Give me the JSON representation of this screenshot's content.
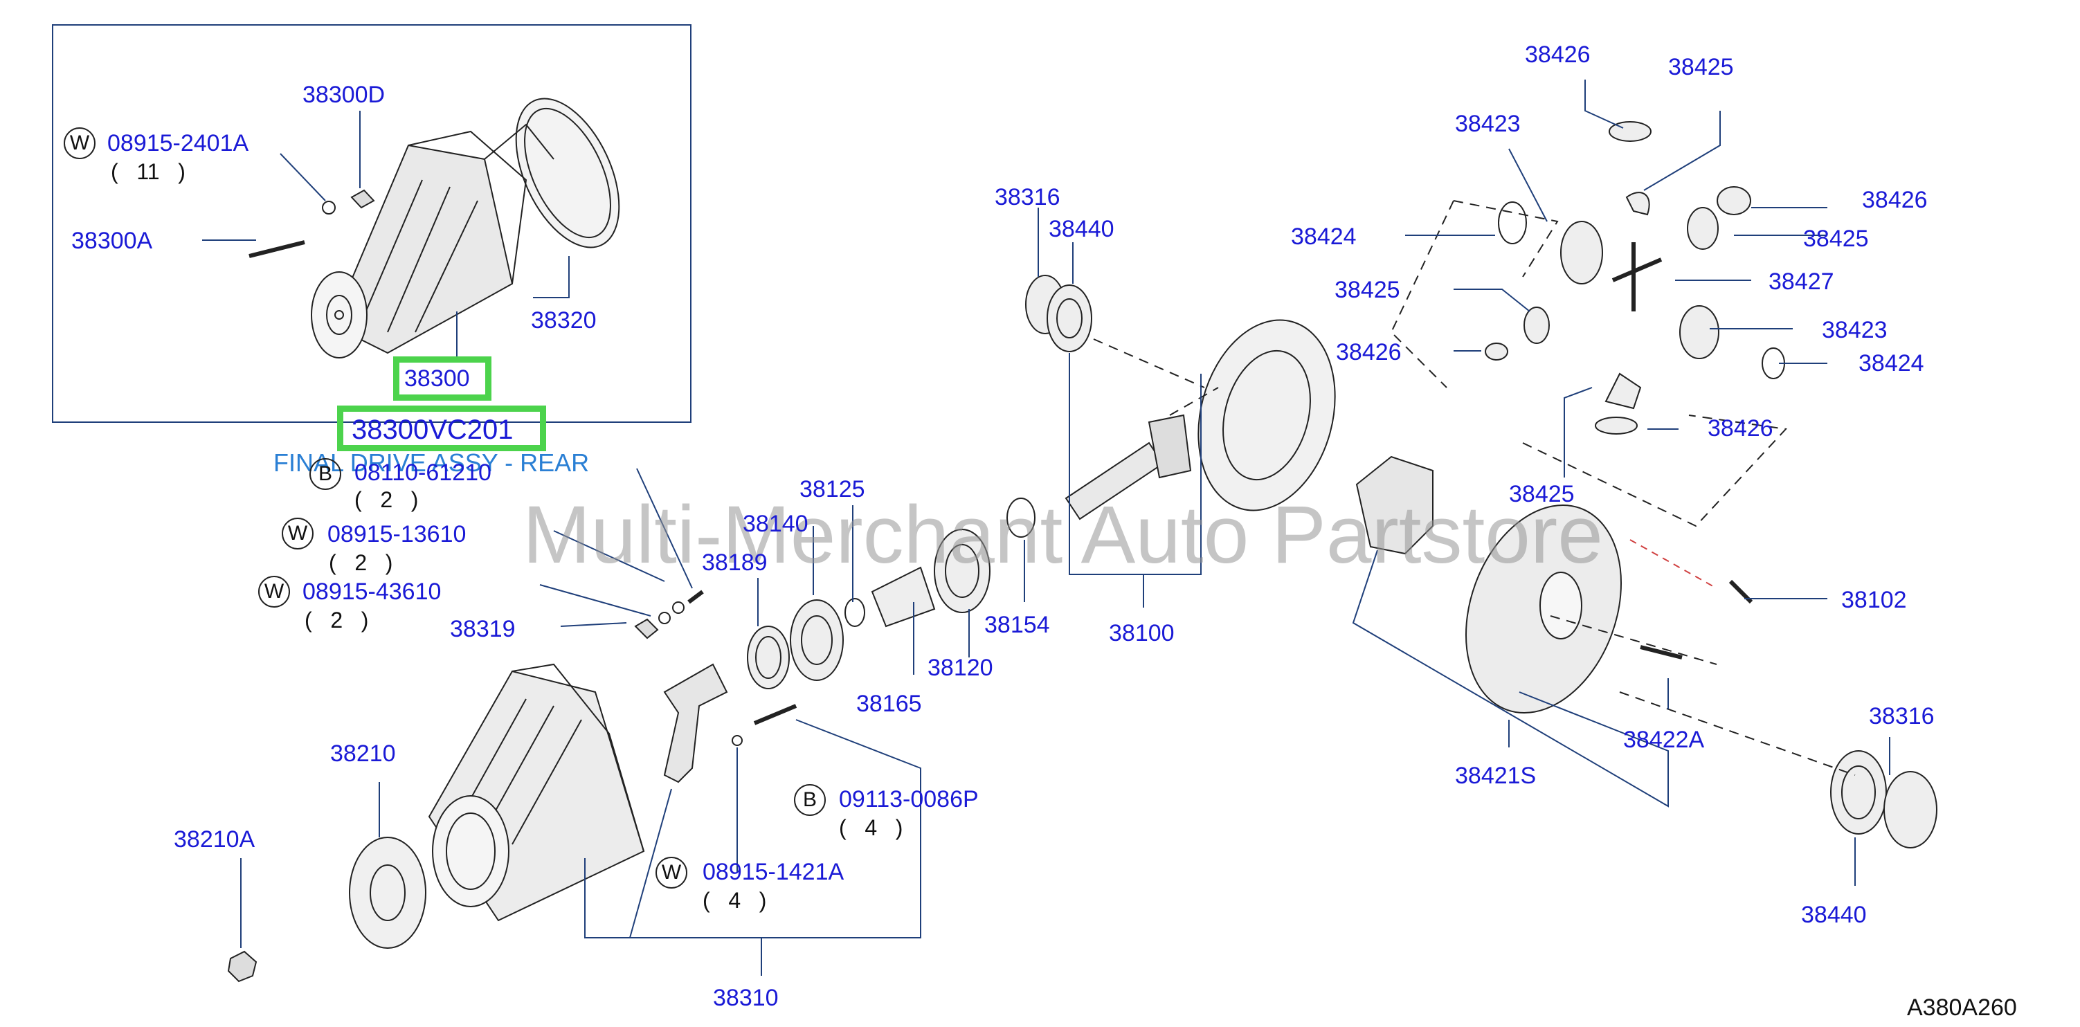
{
  "diagram": {
    "watermark": "Multi-Merchant Auto Partstore",
    "assembly_part_number": "38300VC201",
    "assembly_name": "FINAL DRIVE ASSY - REAR",
    "figure_code": "A380A260",
    "highlight_color": "#4cd34c",
    "label_color": "#1a1ad6",
    "parts": {
      "p38300D": "38300D",
      "p08915_2401A": "08915-2401A",
      "p38300A": "38300A",
      "p38320": "38320",
      "p38300": "38300",
      "p08110_61210": "08110-61210",
      "p08915_13610": "08915-13610",
      "p08915_43610": "08915-43610",
      "p38319": "38319",
      "p38189": "38189",
      "p38140": "38140",
      "p38125": "38125",
      "p38165": "38165",
      "p38120": "38120",
      "p38154": "38154",
      "p38100": "38100",
      "p38316_top": "38316",
      "p38440_top": "38440",
      "p38210": "38210",
      "p38210A": "38210A",
      "p09113_0086P": "09113-0086P",
      "p08915_1421A": "08915-1421A",
      "p38310": "38310",
      "p38426_a": "38426",
      "p38425_a": "38425",
      "p38423_a": "38423",
      "p38426_b": "38426",
      "p38424_a": "38424",
      "p38425_b": "38425",
      "p38425_c": "38425",
      "p38427": "38427",
      "p38423_b": "38423",
      "p38426_c": "38426",
      "p38424_b": "38424",
      "p38426_d": "38426",
      "p38425_d": "38425",
      "p38102": "38102",
      "p38421S": "38421S",
      "p38422A": "38422A",
      "p38316_bot": "38316",
      "p38440_bot": "38440"
    },
    "quantities": {
      "q11": "(   11   )",
      "q2a": "(   2   )",
      "q2b": "(   2   )",
      "q2c": "(   2   )",
      "q4a": "(   4   )",
      "q4b": "(   4   )"
    },
    "badges": {
      "w": "W",
      "b": "B"
    }
  }
}
